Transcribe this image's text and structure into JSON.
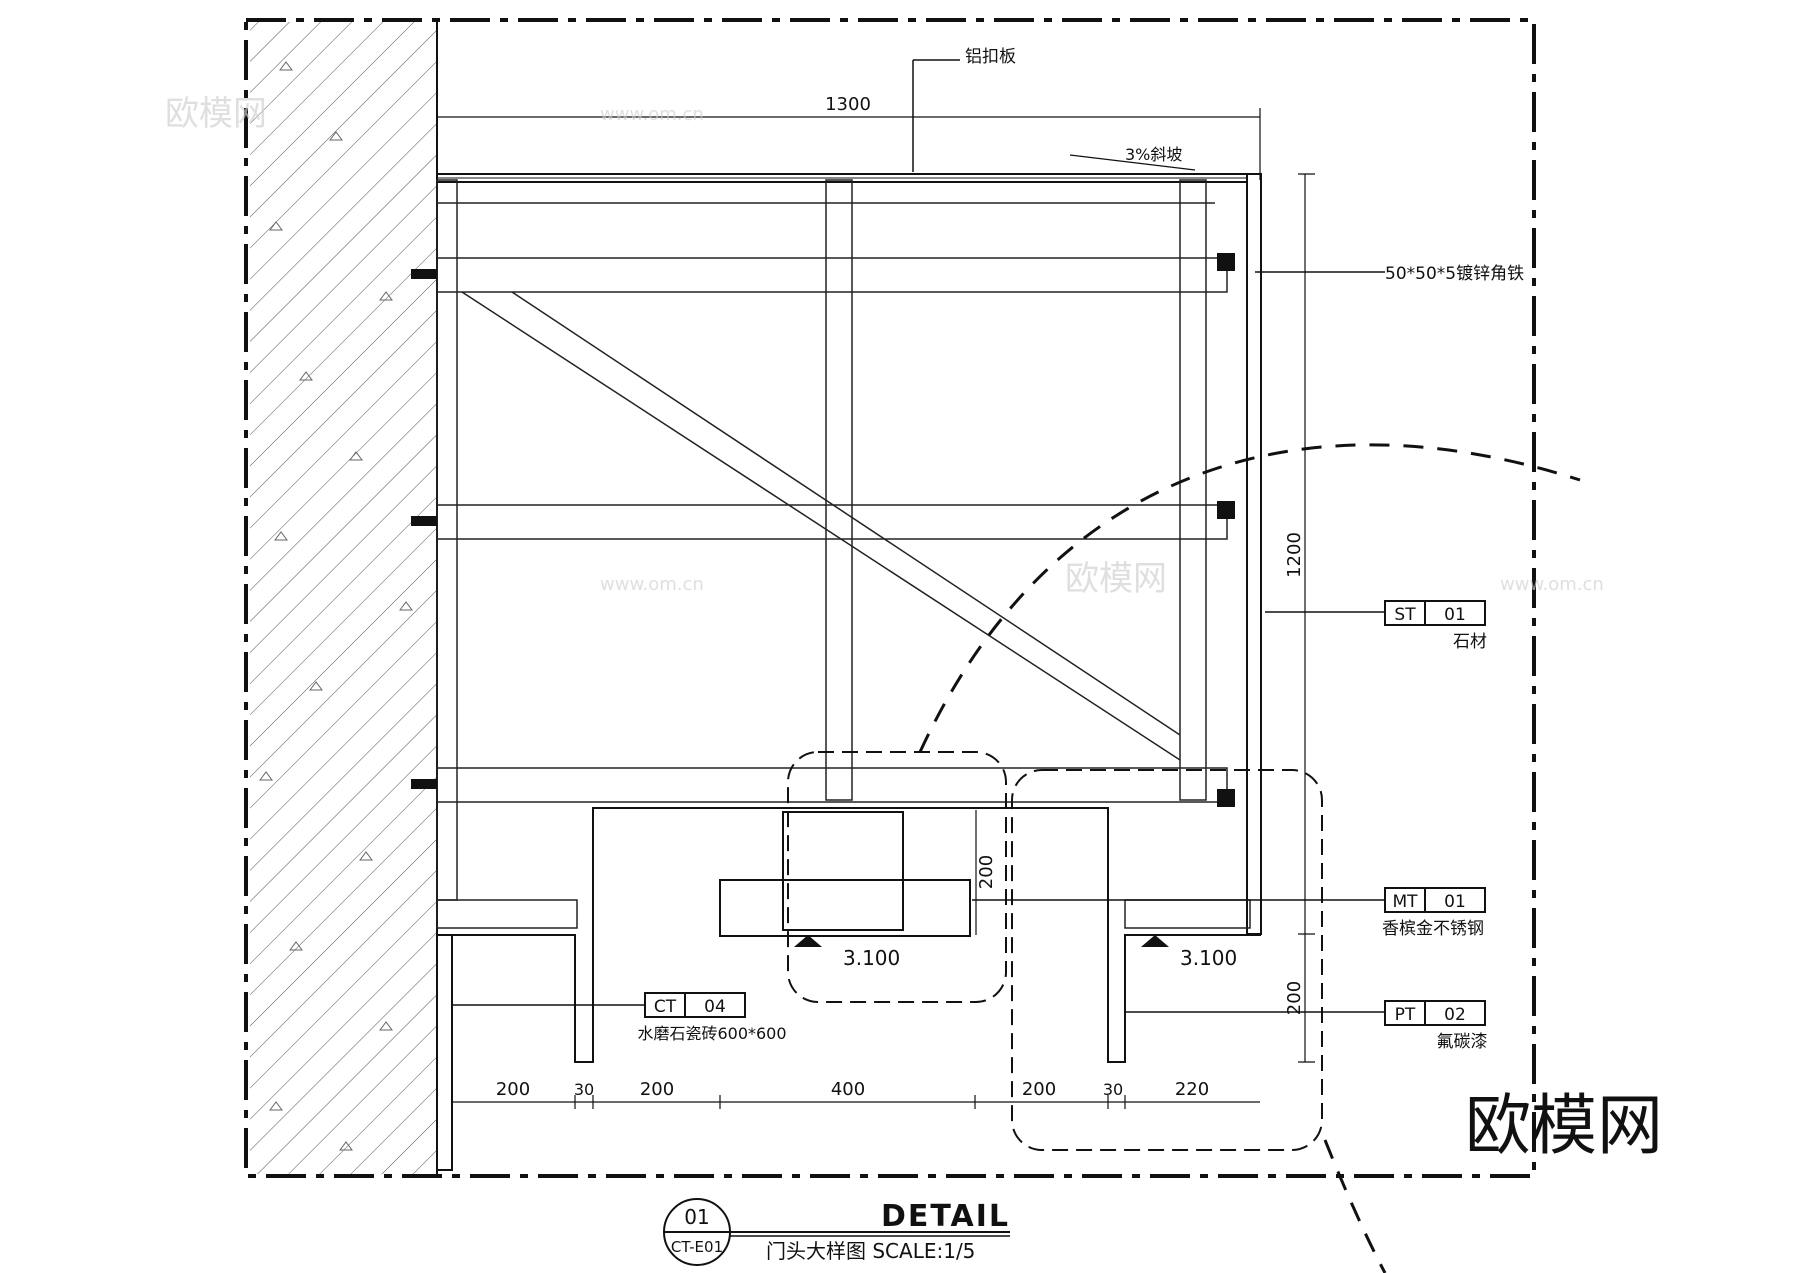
{
  "notes": {
    "top_panel": "铝扣板",
    "slope": "3%斜坡",
    "angle_iron": "50*50*5镀锌角铁"
  },
  "dims": {
    "width_top": "1300",
    "height_right": "1200",
    "h200_mid": "200",
    "h200_right": "200",
    "bottom": [
      "200",
      "30",
      "200",
      "400",
      "200",
      "30",
      "220"
    ]
  },
  "levels": {
    "left": "3.100",
    "right": "3.100"
  },
  "tags": {
    "st": {
      "code": "ST",
      "num": "01",
      "desc": "石材"
    },
    "mt": {
      "code": "MT",
      "num": "01",
      "desc": "香槟金不锈钢"
    },
    "pt": {
      "code": "PT",
      "num": "02",
      "desc": "氟碳漆"
    },
    "ct": {
      "code": "CT",
      "num": "04",
      "desc": "水磨石瓷砖600*600"
    }
  },
  "title_block": {
    "num": "01",
    "sheet": "CT-E01",
    "title": "DETAIL",
    "subtitle": "门头大样图 SCALE:1/5"
  },
  "watermark": {
    "text": "欧模网",
    "url": "www.om.cn"
  }
}
